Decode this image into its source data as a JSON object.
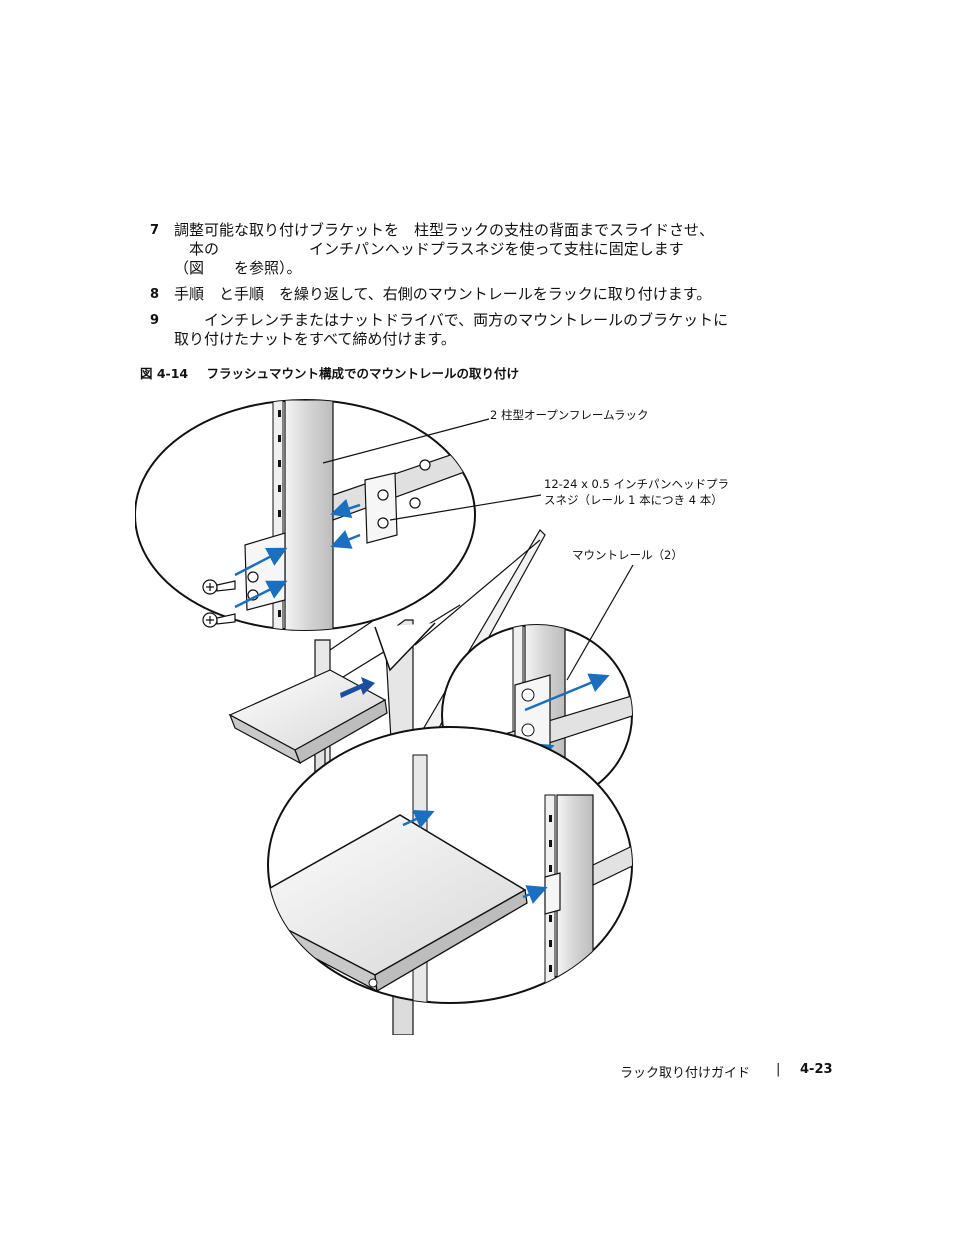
{
  "steps": [
    {
      "num": "7",
      "lines": [
        "調整可能な取り付けブラケットを　柱型ラックの支柱の背面までスライドさせ、",
        "　本の　　　　　　インチパンヘッドプラスネジを使って支柱に固定します",
        "（図　　を参照）。"
      ]
    },
    {
      "num": "8",
      "lines": [
        "手順　と手順　を繰り返して、右側のマウントレールをラックに取り付けます。"
      ]
    },
    {
      "num": "9",
      "lines": [
        "　　インチレンチまたはナットドライバで、両方のマウントレールのブラケットに",
        "取り付けたナットをすべて締め付けます。"
      ]
    }
  ],
  "figure": {
    "number": "図 4-14",
    "title": "フラッシュマウント構成でのマウントレールの取り付け",
    "callouts": {
      "rack": "2 柱型オープンフレームラック",
      "screws_line1": "12-24 x 0.5 インチパンヘッドプラ",
      "screws_line2": "スネジ（レール 1 本につき 4 本）",
      "rails": "マウントレール（2）"
    }
  },
  "footer": {
    "section": "ラック取り付けガイド",
    "separator": "|",
    "page": "4-23"
  },
  "colors": {
    "arrow": "#1a6fbf",
    "rack_fill": "#d9d9d9",
    "ink": "#111111"
  }
}
